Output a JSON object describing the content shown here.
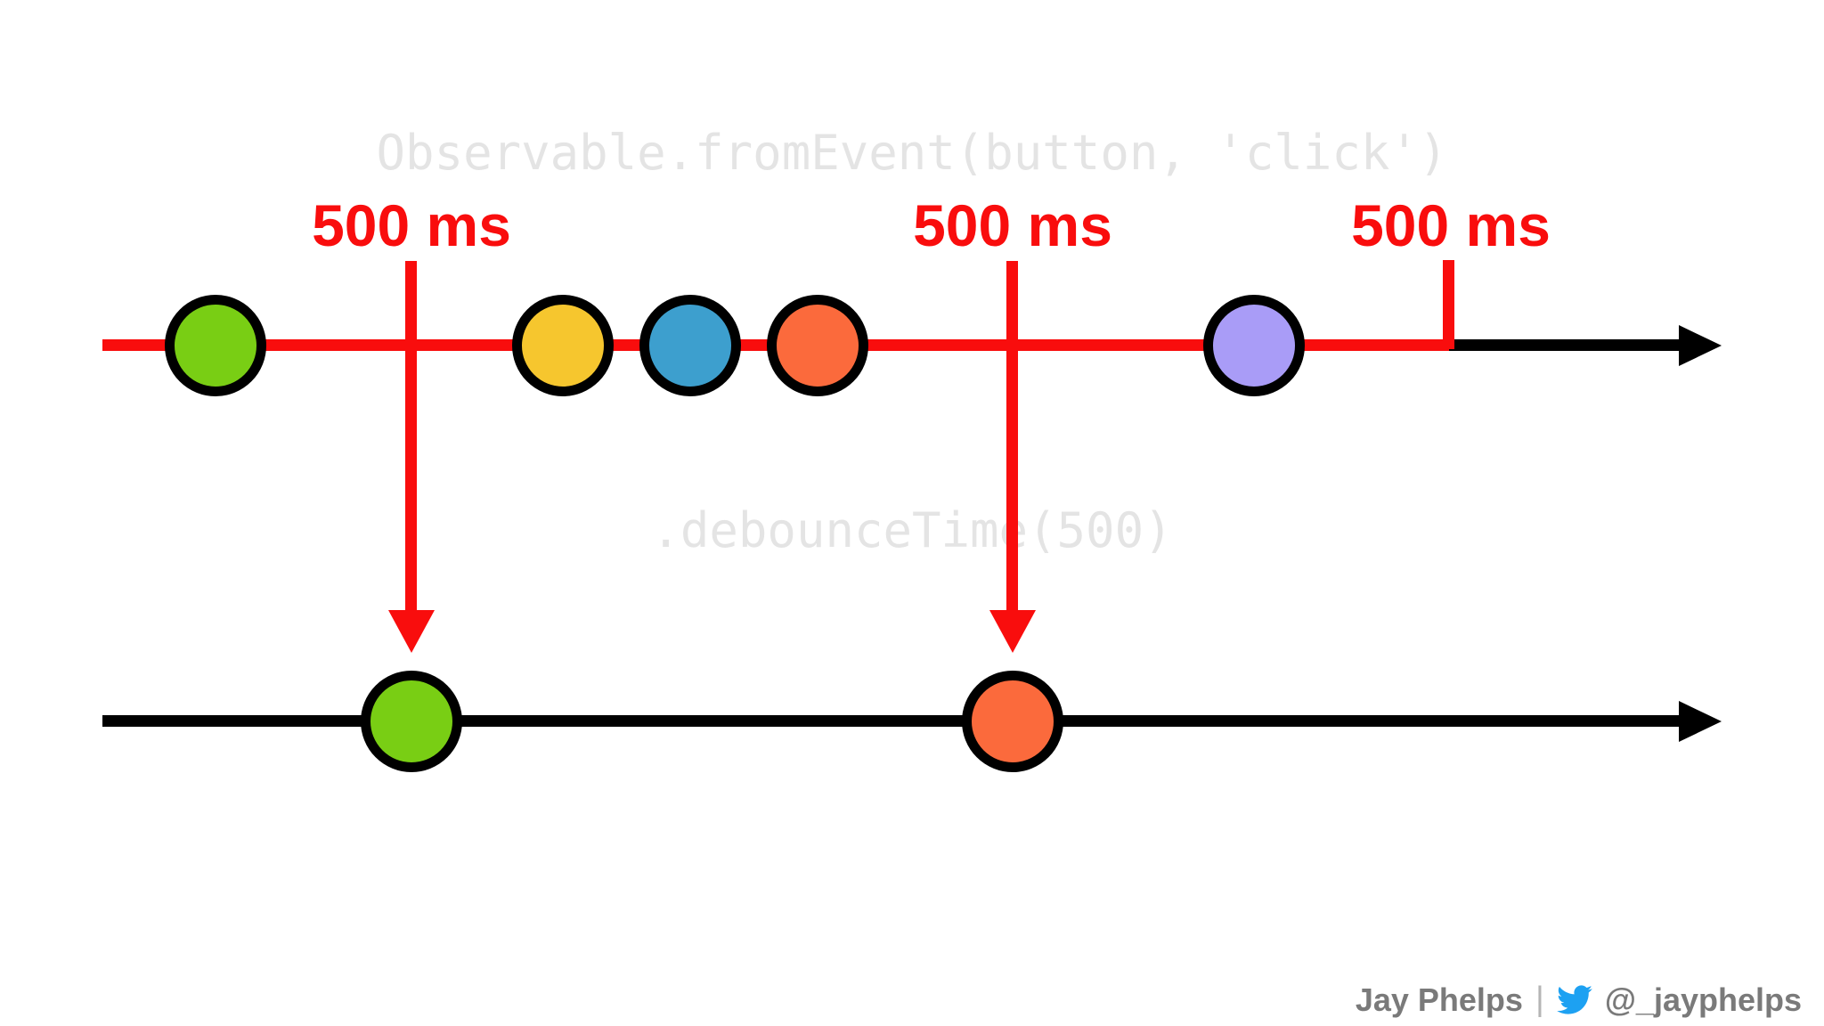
{
  "source_stream": {
    "code": "Observable.fromEvent(button, 'click')",
    "events": [
      {
        "name": "click-1",
        "color": "#79ce14"
      },
      {
        "name": "click-2",
        "color": "#f6c62e"
      },
      {
        "name": "click-3",
        "color": "#3d9fce"
      },
      {
        "name": "click-4",
        "color": "#fb6a3c"
      },
      {
        "name": "click-5",
        "color": "#a99cf7"
      }
    ]
  },
  "operator": {
    "code": ".debounceTime(500)",
    "debounce_labels": [
      "500 ms",
      "500 ms",
      "500 ms"
    ]
  },
  "output_stream": {
    "events": [
      {
        "name": "debounced-click-1",
        "color": "#79ce14"
      },
      {
        "name": "debounced-click-4",
        "color": "#fb6a3c"
      }
    ]
  },
  "footer": {
    "author": "Jay Phelps",
    "separator": "|",
    "twitter_handle": "@_jayphelps"
  },
  "colors": {
    "timeline_red": "#f90d0d",
    "timeline_black": "#000000",
    "code_gray": "#e4e4e4",
    "footer_gray": "#7a7a7a",
    "twitter_blue": "#1da1f2"
  }
}
